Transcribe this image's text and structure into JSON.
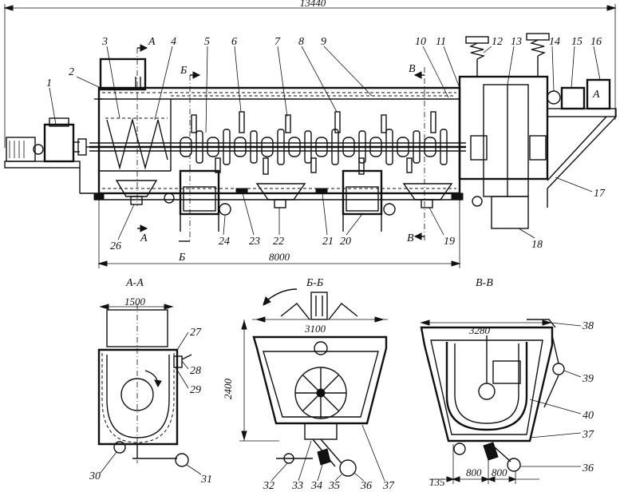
{
  "dimensions": {
    "overall_length": "13440",
    "body_length": "8000",
    "aa_width": "1500",
    "bb_width": "3100",
    "bb_height": "2400",
    "vv_width": "3280",
    "vv_bottom_a": "135",
    "vv_bottom_b": "800",
    "vv_bottom_c": "800"
  },
  "sections": {
    "aa_title": "А-А",
    "bb_title": "Б-Б",
    "vv_title": "В-В",
    "cut_a": "А",
    "cut_b": "Б",
    "cut_v": "В"
  },
  "labels": {
    "n1": "1",
    "n2": "2",
    "n3": "3",
    "n4": "4",
    "n5": "5",
    "n6": "6",
    "n7": "7",
    "n8": "8",
    "n9": "9",
    "n10": "10",
    "n11": "11",
    "n12": "12",
    "n13": "13",
    "n14": "14",
    "n15": "15",
    "n16": "16",
    "n17": "17",
    "n18": "18",
    "n19": "19",
    "n20": "20",
    "n21": "21",
    "n22": "22",
    "n23": "23",
    "n24": "24",
    "n26": "26",
    "n27": "27",
    "n28": "28",
    "n29": "29",
    "n30": "30",
    "n31": "31",
    "n32": "32",
    "n33": "33",
    "n34": "34",
    "n35": "35",
    "n36a": "36",
    "n37a": "37",
    "n36b": "36",
    "n37b": "37",
    "n38": "38",
    "n39": "39",
    "n40": "40",
    "motor16": "А"
  }
}
